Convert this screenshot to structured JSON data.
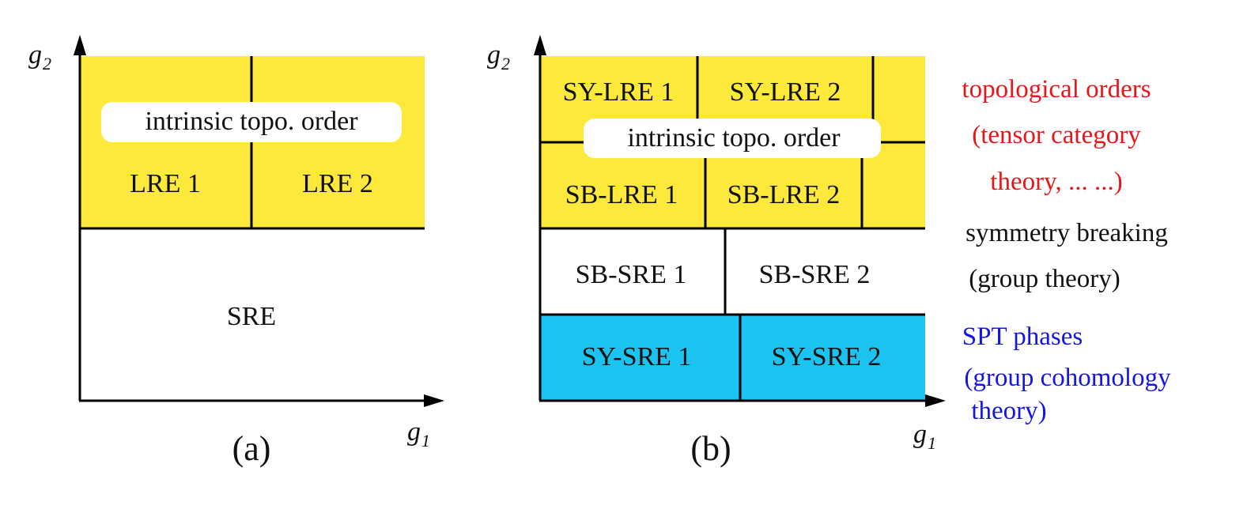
{
  "colors": {
    "lre_region": "#FCE93B",
    "spt_region": "#1BC3F1",
    "topological_text": "#E8161B",
    "symmetry_breaking_text": "#111111",
    "spt_text": "#1414E6",
    "line": "#000000"
  },
  "panel_a": {
    "y_axis_label": "g",
    "y_axis_sub": "2",
    "x_axis_label": "g",
    "x_axis_sub": "1",
    "caption": "(a)",
    "intrinsic_label": "intrinsic topo. order",
    "lre1": "LRE 1",
    "lre2": "LRE 2",
    "sre": "SRE"
  },
  "panel_b": {
    "y_axis_label": "g",
    "y_axis_sub": "2",
    "x_axis_label": "g",
    "x_axis_sub": "1",
    "caption": "(b)",
    "sy_lre1": "SY-LRE 1",
    "sy_lre2": "SY-LRE 2",
    "intrinsic_label": "intrinsic topo. order",
    "sb_lre1": "SB-LRE 1",
    "sb_lre2": "SB-LRE 2",
    "sb_sre1": "SB-SRE 1",
    "sb_sre2": "SB-SRE 2",
    "sy_sre1": "SY-SRE 1",
    "sy_sre2": "SY-SRE 2"
  },
  "legend": {
    "topological_line1": "topological orders",
    "topological_line2": "(tensor category",
    "topological_line3": "theory, ... ...)",
    "symmetry_line1": "symmetry breaking",
    "symmetry_line2": "(group theory)",
    "spt_line1": "SPT phases",
    "spt_line2": "(group cohomology",
    "spt_line3": "theory)"
  }
}
